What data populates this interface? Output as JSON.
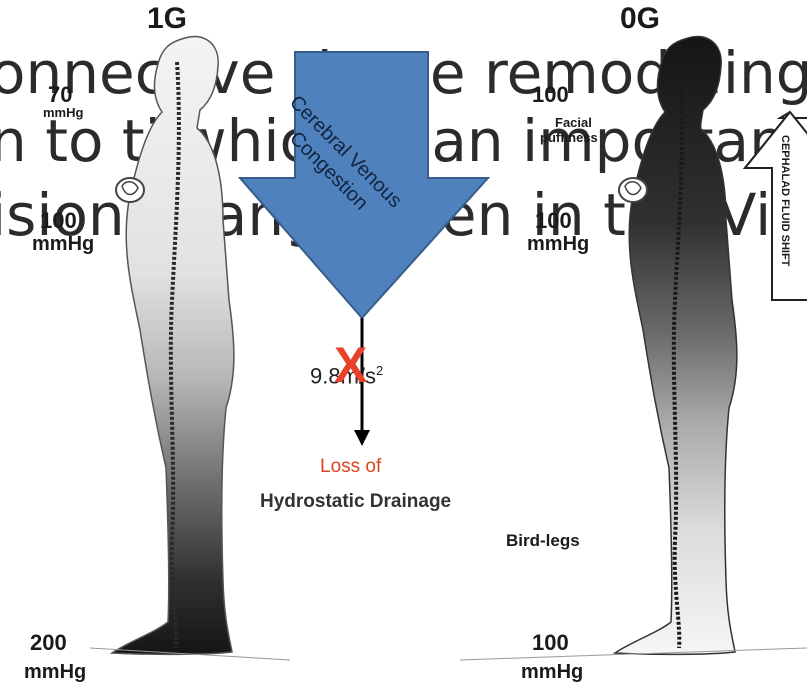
{
  "background_text": {
    "line1": "onnective tissue remodeling ",
    "line2": "n to ti   which is an importan",
    "line3": "ision change seen in the Vil"
  },
  "left_figure": {
    "title": "1G",
    "head_value": "70",
    "head_unit": "mmHg",
    "heart_value": "100",
    "heart_unit": "mmHg",
    "foot_value": "200",
    "foot_unit": "mmHg"
  },
  "right_figure": {
    "title": "0G",
    "head_value": "100",
    "head_note_1": "Facial",
    "head_note_2": "puffiness",
    "heart_value": "100",
    "heart_unit": "mmHg",
    "foot_value": "100",
    "foot_unit": "mmHg",
    "leg_note": "Bird-legs",
    "side_arrow_text": "CEPHALAD FLUID SHIFT"
  },
  "center": {
    "arrow_text_1": "Cerebral Venous",
    "arrow_text_2": "Congestion",
    "gravity_value": "9.8m/s",
    "gravity_exp": "2",
    "cross_mark": "X",
    "loss_label": "Loss of",
    "drainage_label": "Hydrostatic Drainage"
  },
  "colors": {
    "arrow_fill": "#4f81bd",
    "arrow_stroke": "#385d8a",
    "cross": "#e8432a",
    "loss_text": "#d9461f"
  }
}
